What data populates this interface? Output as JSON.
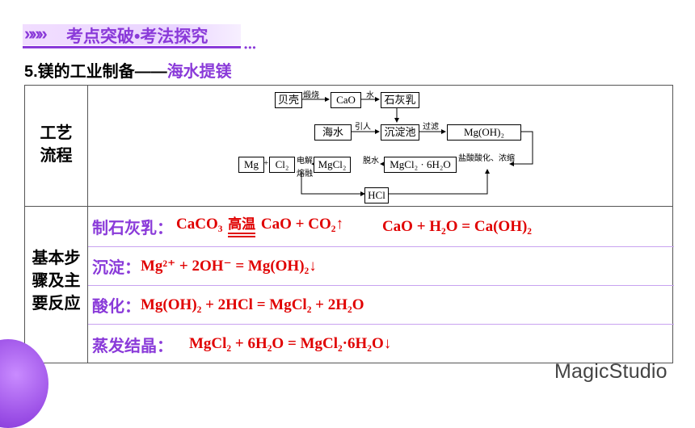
{
  "header": {
    "title": "考点突破•考法探究",
    "dots": "•••"
  },
  "section": {
    "prefix": "5.镁的工业制备",
    "dash": "——",
    "accent": "海水提镁"
  },
  "table": {
    "label_process": [
      "工艺",
      "流程"
    ],
    "label_steps": [
      "基本步",
      "骤及主",
      "要反应"
    ],
    "flow": {
      "boxes": {
        "shell": "贝壳",
        "cao": "CaO",
        "limewater": "石灰乳",
        "seawater": "海水",
        "tank": "沉淀池",
        "mgoh2": "Mg(OH)₂",
        "mg": "Mg",
        "cl2": "Cl₂",
        "mgcl2": "MgCl₂",
        "mgcl2hydrate": "MgCl₂ · 6H₂O",
        "hcl": "HCl"
      },
      "labels": {
        "calcine": "煅烧",
        "water": "水",
        "introduce": "引人",
        "filter": "过滤",
        "acidify": "盐酸酸化、浓缩",
        "dehydrate": "脱水",
        "electrolysis": "电解",
        "molten": "熔融",
        "plus": "+"
      }
    },
    "steps": [
      {
        "name": "制石灰乳：",
        "eq1_left": "CaCO₃",
        "eq1_cond": "高温",
        "eq1_right": "CaO + CO₂↑",
        "eq2": "CaO + H₂O = Ca(OH)₂"
      },
      {
        "name": "沉淀：",
        "eq": "Mg²⁺ + 2OH⁻ = Mg(OH)₂↓"
      },
      {
        "name": "酸化：",
        "eq": "Mg(OH)₂ + 2HCl = MgCl₂ + 2H₂O"
      },
      {
        "name": "蒸发结晶：",
        "eq": "MgCl₂ + 6H₂O = MgCl₂·6H₂O↓"
      }
    ]
  },
  "watermark": "MagicStudio",
  "colors": {
    "accent": "#8a3ad9",
    "equation": "#e00000"
  }
}
